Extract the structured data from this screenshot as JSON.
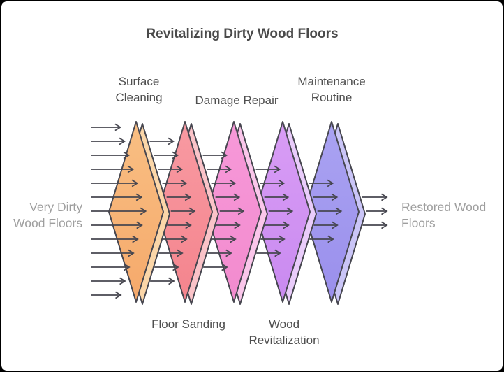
{
  "title": "Revitalizing Dirty Wood Floors",
  "input_label": {
    "line1": "Very Dirty",
    "line2": "Wood Floors"
  },
  "output_label": {
    "line1": "Restored Wood",
    "line2": "Floors"
  },
  "stages": [
    {
      "label": "Surface Cleaning",
      "label_position": "top",
      "color_top": "#f9bf83",
      "color_bottom": "#f5a96b",
      "color_bevel": "#fbd6a8",
      "arrows_in": 13
    },
    {
      "label": "Floor Sanding",
      "label_position": "bottom",
      "color_top": "#f89aa2",
      "color_bottom": "#f4848d",
      "color_bevel": "#fac3c8",
      "arrows_in": 11
    },
    {
      "label": "Damage Repair",
      "label_position": "top",
      "color_top": "#f799d9",
      "color_bottom": "#f28bce",
      "color_bevel": "#fac6ea",
      "arrows_in": 9
    },
    {
      "label": "Wood Revitalization",
      "label_position": "bottom",
      "color_top": "#d99df5",
      "color_bottom": "#c98af0",
      "color_bevel": "#e9ccfa",
      "arrows_in": 7
    },
    {
      "label": "Maintenance Routine",
      "label_position": "top",
      "color_top": "#aaa3f2",
      "color_bottom": "#9a8fec",
      "color_bevel": "#cac5f7",
      "arrows_in": 5
    }
  ],
  "arrows_out": 3,
  "colors": {
    "stroke": "#474750",
    "arrow": "#474750",
    "title_text": "#4a4a4a",
    "stage_text": "#4f4f4f",
    "side_text": "#9e9e9e",
    "background": "#ffffff",
    "frame": "#000000"
  }
}
